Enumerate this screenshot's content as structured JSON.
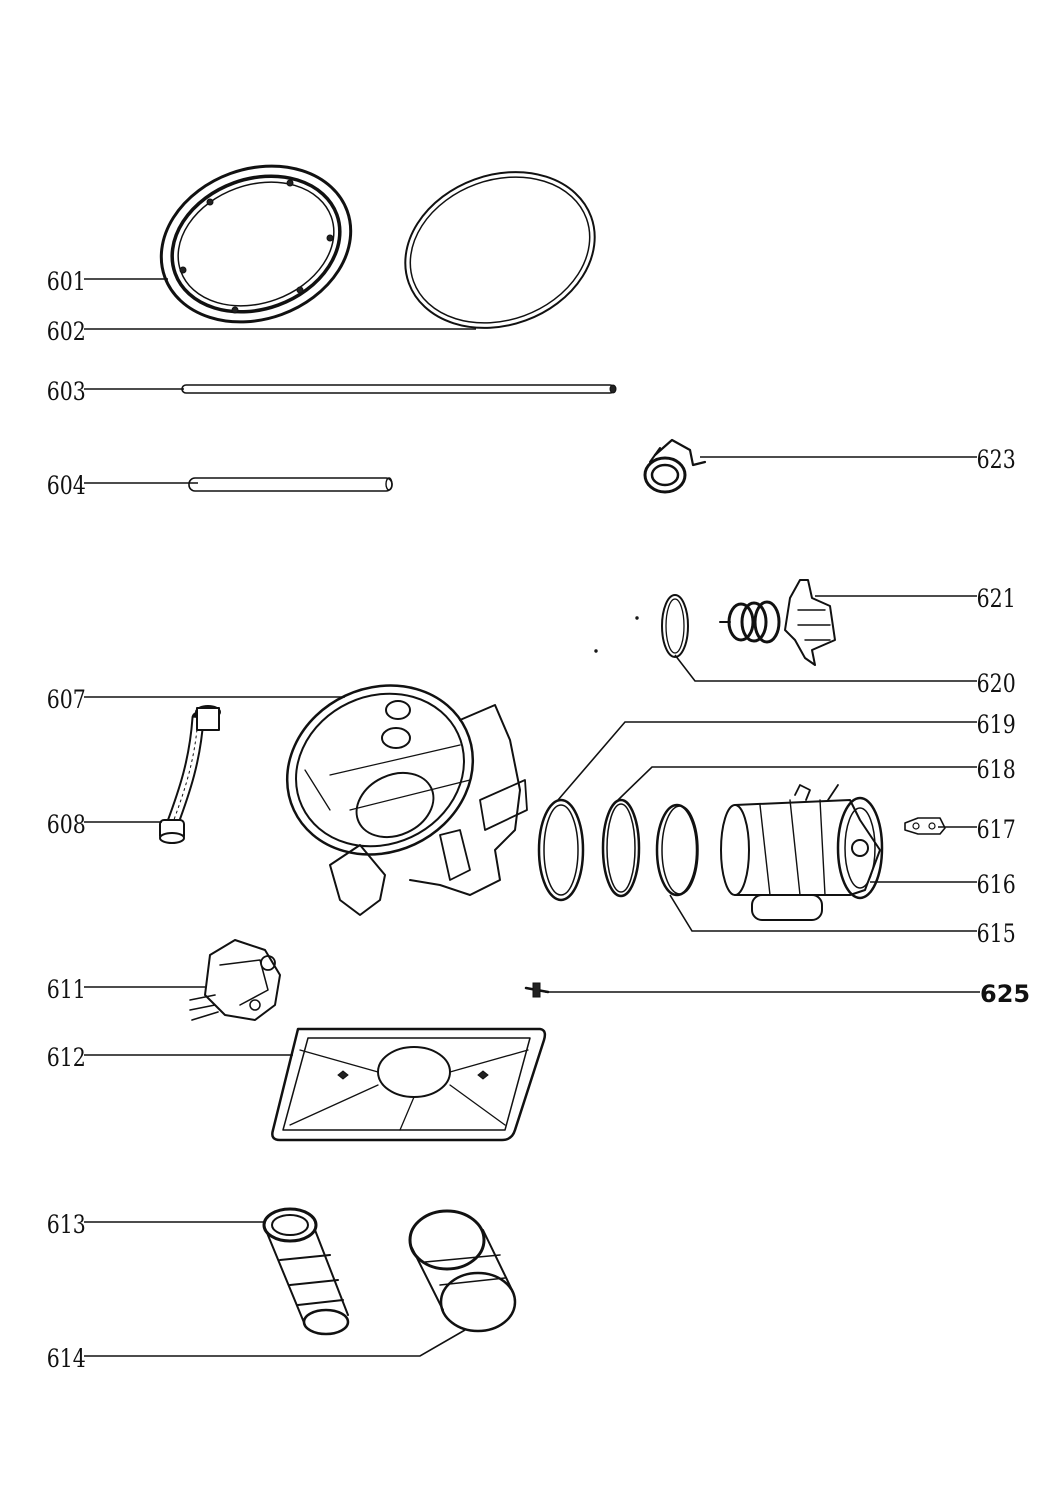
{
  "parts": [
    {
      "id": "601",
      "label": "601"
    },
    {
      "id": "602",
      "label": "602"
    },
    {
      "id": "603",
      "label": "603"
    },
    {
      "id": "604",
      "label": "604"
    },
    {
      "id": "607",
      "label": "607"
    },
    {
      "id": "608",
      "label": "608"
    },
    {
      "id": "611",
      "label": "611"
    },
    {
      "id": "612",
      "label": "612"
    },
    {
      "id": "613",
      "label": "613"
    },
    {
      "id": "614",
      "label": "614"
    },
    {
      "id": "615",
      "label": "615"
    },
    {
      "id": "616",
      "label": "616"
    },
    {
      "id": "617",
      "label": "617"
    },
    {
      "id": "618",
      "label": "618"
    },
    {
      "id": "619",
      "label": "619"
    },
    {
      "id": "620",
      "label": "620"
    },
    {
      "id": "621",
      "label": "621"
    },
    {
      "id": "623",
      "label": "623"
    },
    {
      "id": "625",
      "label": "625"
    }
  ]
}
